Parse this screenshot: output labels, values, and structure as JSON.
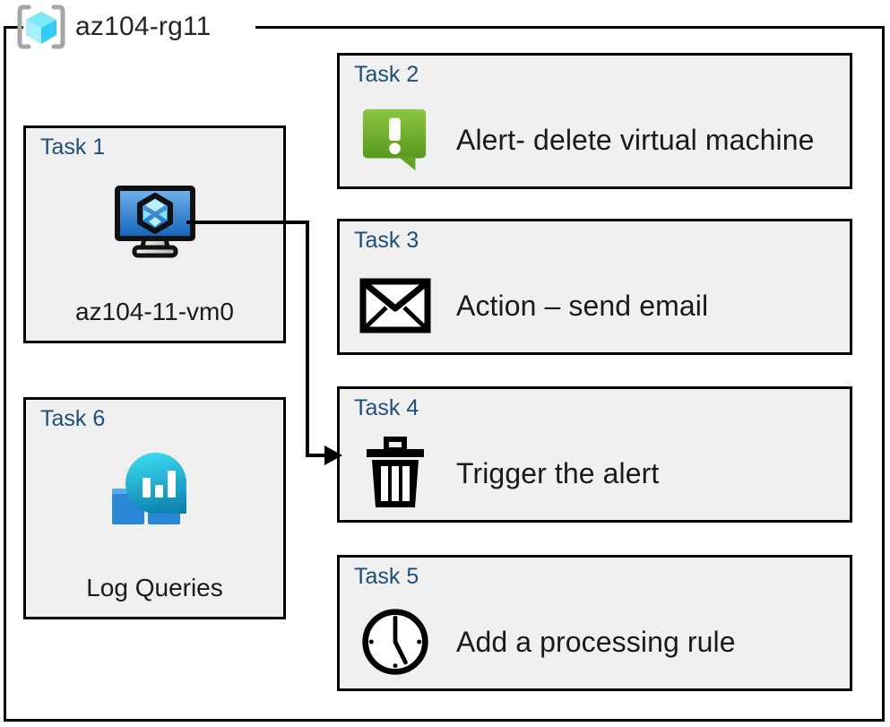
{
  "diagram": {
    "title": "az104-rg11",
    "container_icon": "resource-group-icon",
    "border_color": "#000000",
    "box_fill": "#f0f0f0",
    "label_color": "#1f4e79",
    "text_color": "#1a1a1a"
  },
  "tasks": [
    {
      "id": "task1",
      "label": "Task 1",
      "caption": "az104-11-vm0",
      "icon": "virtual-machine-icon",
      "layout": "square"
    },
    {
      "id": "task2",
      "label": "Task 2",
      "caption": "Alert- delete virtual machine",
      "icon": "alert-bubble-icon",
      "layout": "wide"
    },
    {
      "id": "task3",
      "label": "Task 3",
      "caption": "Action – send email",
      "icon": "envelope-icon",
      "layout": "wide"
    },
    {
      "id": "task4",
      "label": "Task 4",
      "caption": "Trigger the alert",
      "icon": "trash-can-icon",
      "layout": "wide"
    },
    {
      "id": "task5",
      "label": "Task 5",
      "caption": "Add a processing rule",
      "icon": "clock-icon",
      "layout": "wide"
    },
    {
      "id": "task6",
      "label": "Task 6",
      "caption": "Log Queries",
      "icon": "log-analytics-icon",
      "layout": "square"
    }
  ],
  "connector": {
    "from": "task1",
    "to": "task4",
    "arrow": "arrow-head"
  },
  "colors": {
    "vm_screen_top": "#6aa9e9",
    "vm_screen_bottom": "#1565c0",
    "alert_green_top": "#86c440",
    "alert_green_bottom": "#5a9e1f",
    "cube_cyan": "#6fe3f5",
    "log_circle_top": "#32d4e8",
    "log_circle_bottom": "#0f87b5",
    "log_square_light": "#50a7ee",
    "log_square_dark": "#2b88d8"
  }
}
